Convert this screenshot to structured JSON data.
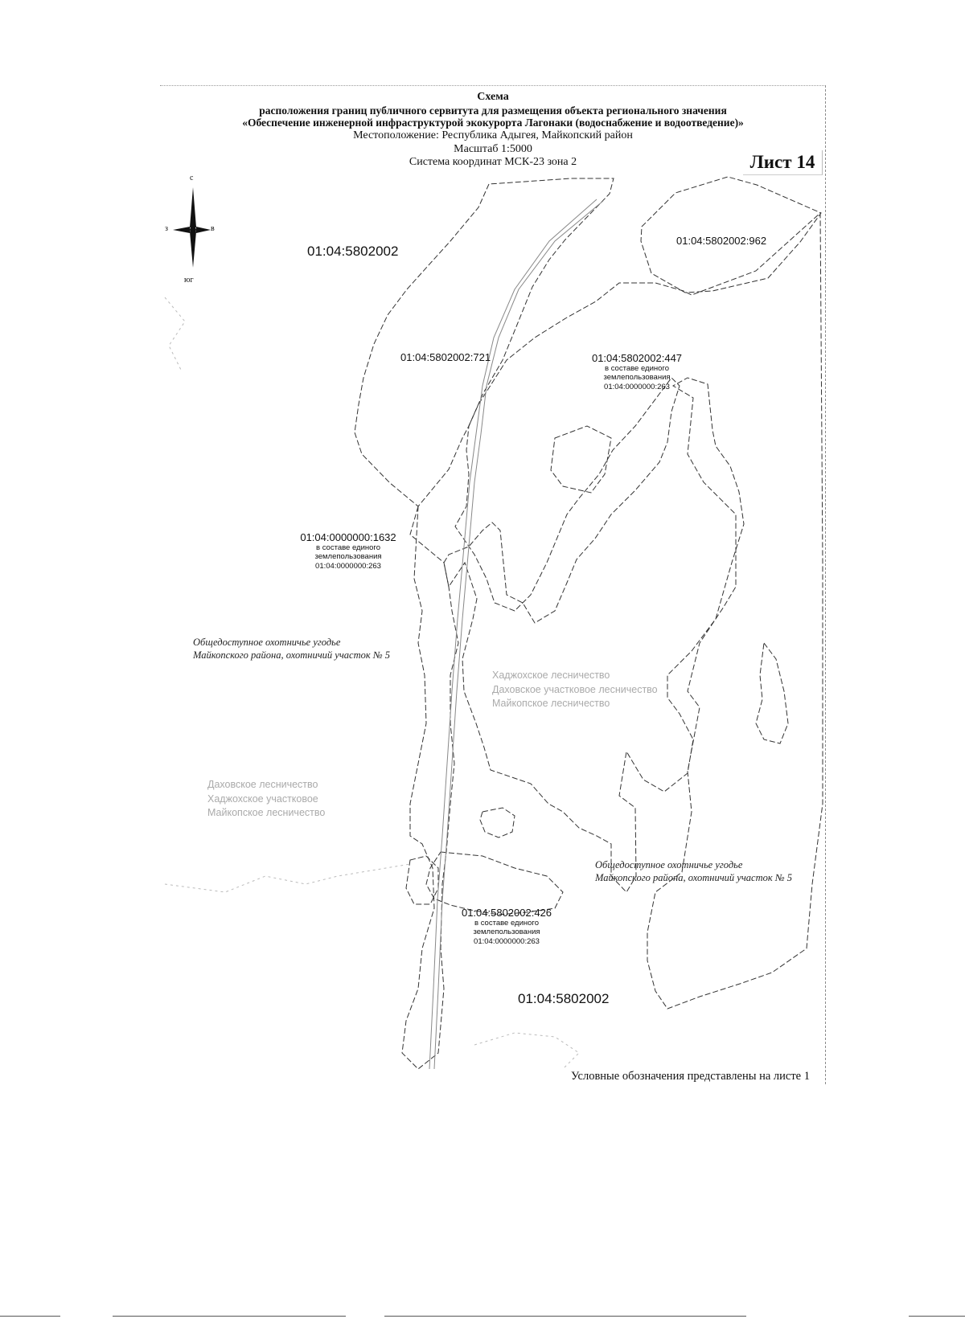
{
  "header": {
    "title": "Схема",
    "subtitle": "расположения границ публичного сервитута для размещения объекта регионального значения",
    "object_name": "«Обеспечение инженерной инфраструктурой экокурорта Лагонаки (водоснабжение и водоотведение)»",
    "location": "Местоположение: Республика Адыгея, Майкопский район",
    "scale": "Масштаб 1:5000",
    "coordinate_system": "Система координат МСК-23 зона 2"
  },
  "sheet_label": "Лист 14",
  "compass": {
    "north": "с",
    "west": "з",
    "east": "в",
    "south": "юг"
  },
  "map_labels": {
    "block_top": "01:04:5802002",
    "parcel_962": "01:04:5802002:962",
    "parcel_721": "01:04:5802002:721",
    "parcel_447": {
      "number": "01:04:5802002:447",
      "line1": "в составе единого",
      "line2": "землепользования",
      "line3": "01:04:0000000:263"
    },
    "parcel_1632": {
      "number": "01:04:0000000:1632",
      "line1": "в составе единого",
      "line2": "землепользования",
      "line3": "01:04:0000000:263"
    },
    "hunting_left": {
      "line1": "Общедоступное охотничье угодье",
      "line2": "Майкопского района, охотничий участок № 5"
    },
    "forestry_center": {
      "line1": "Хаджохское лесничество",
      "line2": "Даховское участковое лесничество",
      "line3": "Майкопское лесничество"
    },
    "forestry_left": {
      "line1": "Даховское лесничество",
      "line2": "Хаджохское участковое",
      "line3": "Майкопское лесничество"
    },
    "hunting_right": {
      "line1": "Общедоступное охотничье угодье",
      "line2": "Майкопского района, охотничий участок № 5"
    },
    "parcel_426": {
      "number": "01:04:5802002:426",
      "line1": "в составе единого",
      "line2": "землепользования",
      "line3": "01:04:0000000:263"
    },
    "block_bottom": "01:04:5802002"
  },
  "legend_note": "Условные обозначения представлены на листе 1"
}
